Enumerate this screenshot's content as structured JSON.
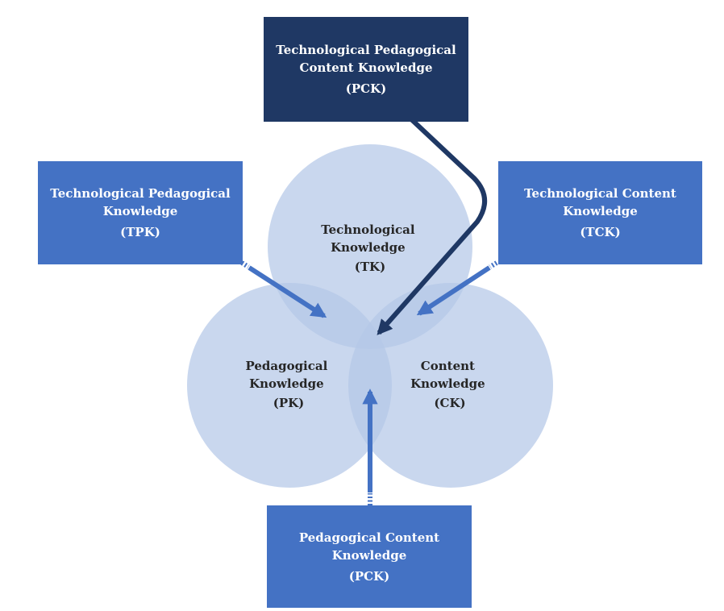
{
  "boxes": {
    "tpck": {
      "line1": "Technological Pedagogical",
      "line2": "Content Knowledge",
      "abbr": "(PCK)"
    },
    "tpk": {
      "line1": "Technological Pedagogical",
      "line2": "Knowledge",
      "abbr": "(TPK)"
    },
    "tck": {
      "line1": "Technological Content",
      "line2": "Knowledge",
      "abbr": "(TCK)"
    },
    "pck": {
      "line1": "Pedagogical Content",
      "line2": "Knowledge",
      "abbr": "(PCK)"
    }
  },
  "circles": {
    "tk": {
      "line1": "Technological",
      "line2": "Knowledge",
      "abbr": "(TK)"
    },
    "pk": {
      "line1": "Pedagogical",
      "line2": "Knowledge",
      "abbr": "(PK)"
    },
    "ck": {
      "line1": "Content",
      "line2": "Knowledge",
      "abbr": "(CK)"
    }
  },
  "colors": {
    "circle_fill": "#b4c7e7",
    "box_mid": "#4472c4",
    "box_dark": "#1f3864",
    "arrow_mid": "#4472c4",
    "arrow_dark": "#1f3864"
  }
}
